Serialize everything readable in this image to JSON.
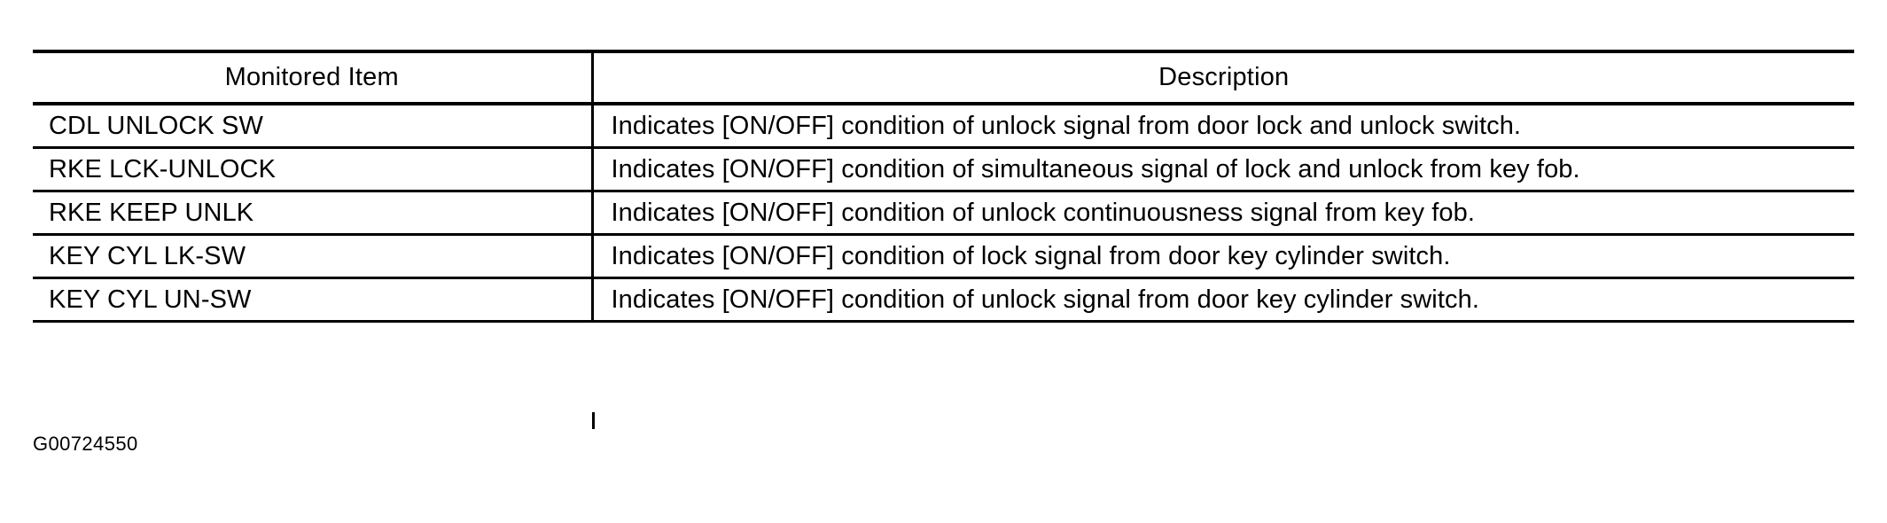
{
  "document": {
    "figure_code": "G00724550"
  },
  "table": {
    "columns": [
      {
        "key": "item",
        "header": "Monitored Item",
        "align": "center"
      },
      {
        "key": "description",
        "header": "Description",
        "align": "center"
      }
    ],
    "rows": [
      {
        "item": "CDL UNLOCK SW",
        "description": "Indicates [ON/OFF] condition of unlock signal from door lock and unlock switch."
      },
      {
        "item": "RKE LCK-UNLOCK",
        "description": "Indicates [ON/OFF] condition of simultaneous signal of lock and unlock from key fob."
      },
      {
        "item": "RKE KEEP UNLK",
        "description": "Indicates [ON/OFF] condition of unlock continuousness signal from key fob."
      },
      {
        "item": "KEY CYL LK-SW",
        "description": "Indicates [ON/OFF] condition of lock signal from door key cylinder switch."
      },
      {
        "item": "KEY CYL UN-SW",
        "description": "Indicates [ON/OFF] condition of unlock signal from door key cylinder switch."
      }
    ]
  },
  "style": {
    "text_color": "#000000",
    "rule_color": "#000000",
    "background": "#ffffff"
  }
}
